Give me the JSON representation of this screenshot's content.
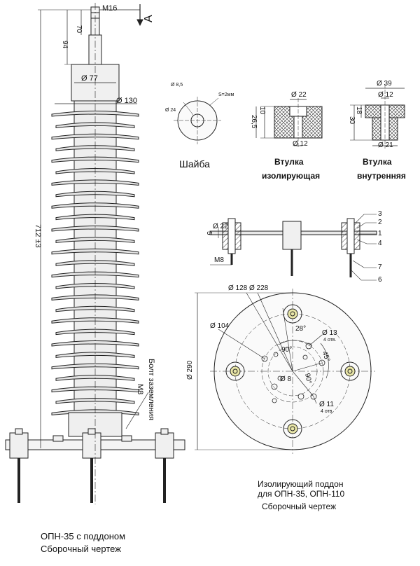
{
  "arrester": {
    "dims": {
      "thread": "M16",
      "view_mark": "А",
      "d70": "70",
      "d94": "94",
      "dia77": "Ø 77",
      "dia130": "Ø 130",
      "height": "712 ±3",
      "bolt_size": "М8",
      "bolt_label": "Болт заземления"
    },
    "caption_1": "ОПН-35 с поддоном",
    "caption_2": "Сборочный чертеж"
  },
  "washer": {
    "title": "Шайба",
    "dia_inner": "Ø 8,5",
    "dia_outer": "Ø 24",
    "thickness": "S=2мм"
  },
  "bushing_insulating": {
    "title_1": "Втулка",
    "title_2": "изолирующая",
    "dia_top": "Ø 22",
    "dia_bottom": "Ø 12",
    "h_inner": "10",
    "h_total": "26,5"
  },
  "bushing_inner": {
    "title_1": "Втулка",
    "title_2": "внутренняя",
    "dia_top": "Ø 39",
    "dia_mid": "Ø 12",
    "dia_bottom": "Ø 21",
    "h_total": "30",
    "h_inner": "18"
  },
  "section": {
    "dia": "Ø 22",
    "h": "5",
    "bolt": "М8",
    "callouts": [
      "3",
      "2",
      "1",
      "4",
      "7",
      "6"
    ]
  },
  "base_plate": {
    "dia128": "Ø 128",
    "dia228": "Ø 228",
    "dia104": "Ø 104",
    "dia290": "Ø 290",
    "angle28": "28°",
    "angle90a": "90°",
    "angle45": "45°",
    "angle90b": "90°",
    "hole13": "Ø 13",
    "hole13_count": "4 отв.",
    "hole8": "Ø 8",
    "hole11": "Ø 11",
    "hole11_count": "4 отв.",
    "caption_1": "Изолирующий поддон",
    "caption_2": "для ОПН-35, ОПН-110",
    "caption_3": "Сборочный чертеж"
  }
}
